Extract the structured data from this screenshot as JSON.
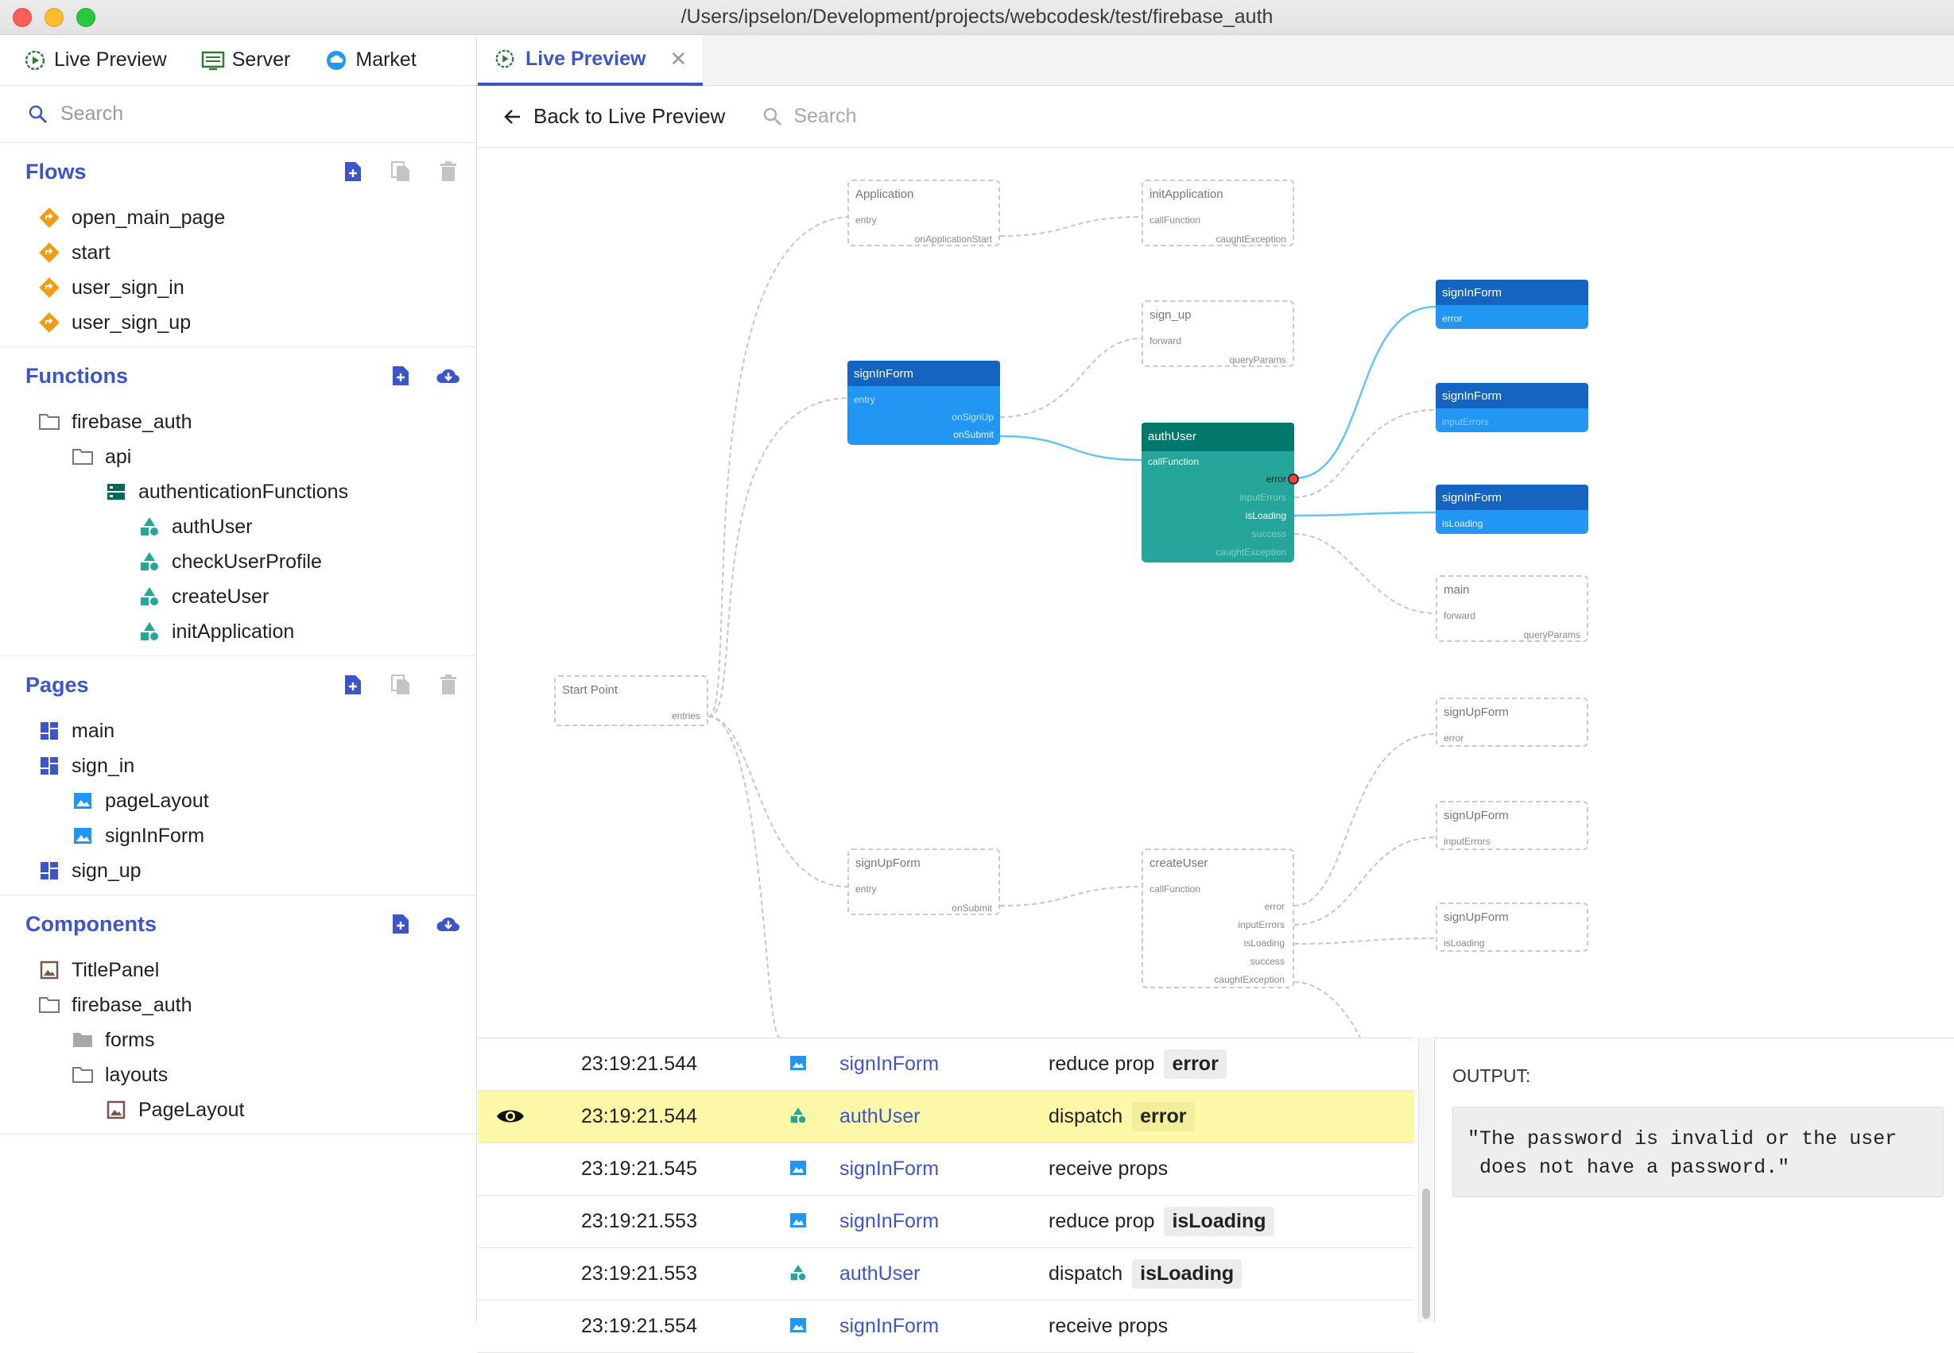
{
  "window": {
    "title": "/Users/ipselon/Development/projects/webcodesk/test/firebase_auth"
  },
  "sidebar": {
    "tabs": [
      {
        "label": "Live Preview",
        "icon": "play-circle-icon"
      },
      {
        "label": "Server",
        "icon": "server-icon"
      },
      {
        "label": "Market",
        "icon": "cloud-icon"
      }
    ],
    "search_placeholder": "Search",
    "flows": {
      "title": "Flows",
      "items": [
        "open_main_page",
        "start",
        "user_sign_in",
        "user_sign_up"
      ]
    },
    "functions": {
      "title": "Functions",
      "root": "firebase_auth",
      "folder": "api",
      "group": "authenticationFunctions",
      "items": [
        "authUser",
        "checkUserProfile",
        "createUser",
        "initApplication"
      ]
    },
    "pages": {
      "title": "Pages",
      "items": [
        "main",
        "sign_in",
        "pageLayout",
        "signInForm",
        "sign_up"
      ]
    },
    "components": {
      "title": "Components",
      "items": [
        "TitlePanel",
        "firebase_auth",
        "forms",
        "layouts",
        "PageLayout"
      ]
    }
  },
  "main": {
    "tab_label": "Live Preview",
    "back_label": "Back to Live Preview",
    "search_placeholder": "Search"
  },
  "graph": {
    "start": {
      "title": "Start Point",
      "port": "entries"
    },
    "application": {
      "title": "Application",
      "in": "entry",
      "out": "onApplicationStart"
    },
    "initApplication": {
      "title": "initApplication",
      "in": "callFunction",
      "out": "caughtException"
    },
    "sign_up": {
      "title": "sign_up",
      "in": "forward",
      "out": "queryParams"
    },
    "signInForm_main": {
      "title": "signInForm",
      "in": "entry",
      "out1": "onSignUp",
      "out2": "onSubmit"
    },
    "authUser": {
      "title": "authUser",
      "in": "callFunction",
      "outs": [
        "error",
        "inputErrors",
        "isLoading",
        "success",
        "caughtException"
      ]
    },
    "signInForm_error": {
      "title": "signInForm",
      "in": "error"
    },
    "signInForm_inputErrors": {
      "title": "signInForm",
      "in": "inputErrors"
    },
    "signInForm_isLoading": {
      "title": "signInForm",
      "in": "isLoading"
    },
    "main": {
      "title": "main",
      "in": "forward",
      "out": "queryParams"
    },
    "signUpForm_main": {
      "title": "signUpForm",
      "in": "entry",
      "out": "onSubmit"
    },
    "createUser": {
      "title": "createUser",
      "in": "callFunction",
      "outs": [
        "error",
        "inputErrors",
        "isLoading",
        "success",
        "caughtException"
      ]
    },
    "signUpForm_error": {
      "title": "signUpForm",
      "in": "error"
    },
    "signUpForm_inputErrors": {
      "title": "signUpForm",
      "in": "inputErrors"
    },
    "signUpForm_isLoading": {
      "title": "signUpForm",
      "in": "isLoading"
    }
  },
  "log": [
    {
      "time": "23:19:21.544",
      "type": "component",
      "name": "signInForm",
      "action": "reduce prop",
      "chip": "error",
      "highlight": false
    },
    {
      "time": "23:19:21.544",
      "type": "function",
      "name": "authUser",
      "action": "dispatch",
      "chip": "error",
      "highlight": true
    },
    {
      "time": "23:19:21.545",
      "type": "component",
      "name": "signInForm",
      "action": "receive props",
      "chip": "",
      "highlight": false
    },
    {
      "time": "23:19:21.553",
      "type": "component",
      "name": "signInForm",
      "action": "reduce prop",
      "chip": "isLoading",
      "highlight": false
    },
    {
      "time": "23:19:21.553",
      "type": "function",
      "name": "authUser",
      "action": "dispatch",
      "chip": "isLoading",
      "highlight": false
    },
    {
      "time": "23:19:21.554",
      "type": "component",
      "name": "signInForm",
      "action": "receive props",
      "chip": "",
      "highlight": false
    }
  ],
  "output": {
    "label": "OUTPUT:",
    "value": "\"The password is invalid or the user\n does not have a password.\""
  },
  "colors": {
    "accent": "#3c55c8",
    "node_blue": "#2196f3",
    "node_green": "#26a69a",
    "highlight": "#fdf8a8",
    "error_port": "#f44336"
  }
}
